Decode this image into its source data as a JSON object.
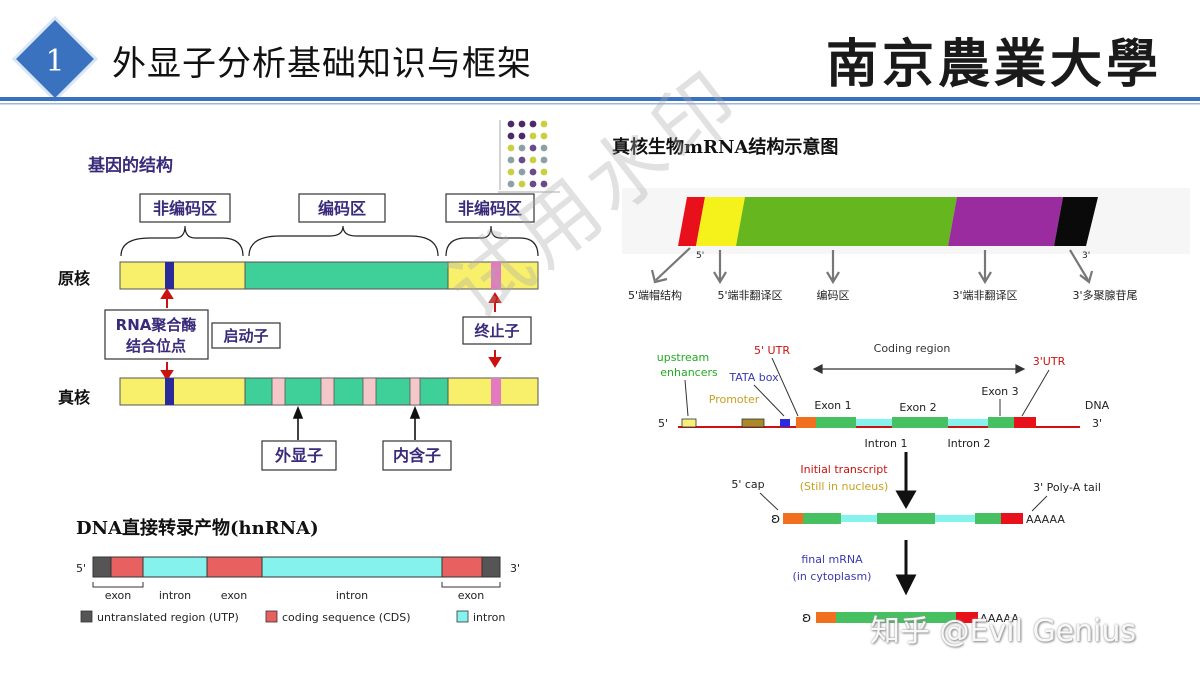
{
  "header": {
    "number": "1",
    "title": "外显子分析基础知识与框架",
    "university": "南京農業大學"
  },
  "gene": {
    "title": "基因的结构",
    "noncoding_left": "非编码区",
    "coding": "编码区",
    "noncoding_right": "非编码区",
    "prokaryote": "原核",
    "eukaryote": "真核",
    "rnap_line1": "RNA聚合酶",
    "rnap_line2": "结合位点",
    "promoter": "启动子",
    "terminator": "终止子",
    "exon": "外显子",
    "intron": "内含子"
  },
  "mrna": {
    "title": "真核生物mRNA结构示意图",
    "five": "5'",
    "three": "3'",
    "labels": [
      "5'端帽结构",
      "5'端非翻译区",
      "编码区",
      "3'端非翻译区",
      "3'多聚腺苷尾"
    ]
  },
  "dna": {
    "five": "5'",
    "three": "3'",
    "upstream1": "upstream",
    "upstream2": "enhancers",
    "utr5": "5' UTR",
    "coding_region": "Coding region",
    "utr3": "3'UTR",
    "tata": "TATA box",
    "promoter": "Promoter",
    "exon1": "Exon 1",
    "exon2": "Exon 2",
    "exon3": "Exon 3",
    "dna_label": "DNA",
    "intron1": "Intron 1",
    "intron2": "Intron 2",
    "initial1": "Initial transcript",
    "initial2": "(Still in nucleus)",
    "cap": "5' cap",
    "polya": "3' Poly-A tail",
    "aaaaa": "AAAAA",
    "final1": "final mRNA",
    "final2": "(in cytoplasm)",
    "aaaaa2": "AAAAA"
  },
  "hnrna": {
    "title": "DNA直接转录产物(hnRNA)",
    "five": "5'",
    "three": "3'",
    "segments": [
      "exon",
      "intron",
      "exon",
      "intron",
      "exon"
    ],
    "legend": [
      "untranslated region (UTP)",
      "coding sequence (CDS)",
      "intron"
    ]
  },
  "watermarks": {
    "zhihu": "知乎 @Evil Genius",
    "trial": "试用水印"
  },
  "colors": {
    "header_blue": "#3a72bf",
    "yellow": "#f8f06a",
    "teal": "#3fcf98",
    "navy": "#2a2a9a",
    "pink": "#e37ac0",
    "red_arrow": "#cc1111",
    "mrna_red": "#e8101a",
    "mrna_yellow": "#f4f21a",
    "mrna_green": "#66b620",
    "mrna_purple": "#9b2ca0",
    "cds_red": "#e8605f",
    "intron_cyan": "#86f2ee",
    "utr_gray": "#555555"
  }
}
